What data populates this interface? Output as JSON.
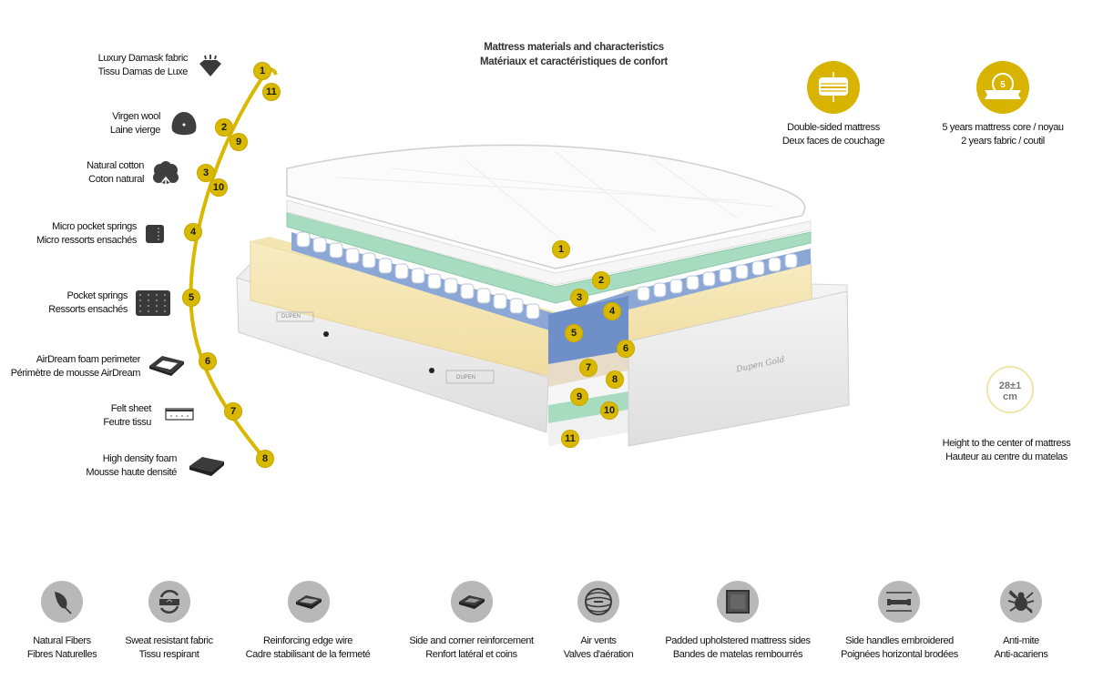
{
  "title": {
    "en": "Mattress materials and characteristics",
    "fr": "Matériaux et caractéristiques de confort"
  },
  "accent_color": "#d9b800",
  "materials": [
    {
      "num": "1",
      "en": "Luxury Damask fabric",
      "fr": "Tissu Damas de Luxe",
      "icon": "diamond-icon"
    },
    {
      "num": "2",
      "en": "Virgen wool",
      "fr": "Laine vierge",
      "icon": "wool-icon"
    },
    {
      "num": "3",
      "en": "Natural cotton",
      "fr": "Coton natural",
      "icon": "cotton-icon"
    },
    {
      "num": "4",
      "en": "Micro pocket springs",
      "fr": "Micro ressorts ensachés",
      "icon": "micro-springs-icon"
    },
    {
      "num": "5",
      "en": "Pocket springs",
      "fr": "Ressorts ensachés",
      "icon": "pocket-springs-icon"
    },
    {
      "num": "6",
      "en": "AirDream foam perimeter",
      "fr": "Périmètre de mousse AirDream",
      "icon": "foam-perimeter-icon"
    },
    {
      "num": "7",
      "en": "Felt sheet",
      "fr": "Feutre tissu",
      "icon": "felt-sheet-icon"
    },
    {
      "num": "8",
      "en": "High density foam",
      "fr": "Mousse haute densité",
      "icon": "foam-block-icon"
    }
  ],
  "arc_badges": [
    "1",
    "11",
    "2",
    "9",
    "3",
    "10",
    "4",
    "5",
    "6",
    "7",
    "8"
  ],
  "mattress_badges": [
    "1",
    "2",
    "3",
    "4",
    "5",
    "6",
    "7",
    "8",
    "9",
    "10",
    "11"
  ],
  "mattress_brand_labels": [
    "DUPEN",
    "DUPEN",
    "Dupen Gold"
  ],
  "features_top": [
    {
      "en": "Double-sided mattress",
      "fr": "Deux faces de couchage",
      "icon": "double-sided-icon"
    },
    {
      "en": "5 years mattress core / noyau",
      "fr": "2 years fabric / coutil",
      "icon": "warranty-icon",
      "badge": "5"
    }
  ],
  "height": {
    "value": "28±1",
    "unit": "cm",
    "en": "Height to the center of mattress",
    "fr": "Hauteur au centre du matelas"
  },
  "features_bottom": [
    {
      "en": "Natural Fibers",
      "fr": "Fibres Naturelles",
      "icon": "leaf-icon"
    },
    {
      "en": "Sweat resistant fabric",
      "fr": "Tissu respirant",
      "icon": "breathable-fabric-icon"
    },
    {
      "en": "Reinforcing edge wire",
      "fr": "Cadre stabilisant de la fermeté",
      "icon": "edge-wire-icon"
    },
    {
      "en": "Side and corner reinforcement",
      "fr": "Renfort latéral et coins",
      "icon": "corner-reinforcement-icon"
    },
    {
      "en": "Air vents",
      "fr": "Valves d'aération",
      "icon": "air-vent-icon"
    },
    {
      "en": "Padded upholstered mattress sides",
      "fr": "Bandes de matelas rembourrés",
      "icon": "padded-sides-icon"
    },
    {
      "en": "Side handles embroidered",
      "fr": "Poignées horizontal brodées",
      "icon": "side-handles-icon"
    },
    {
      "en": "Anti-mite",
      "fr": "Anti-acariens",
      "icon": "anti-mite-icon"
    }
  ]
}
